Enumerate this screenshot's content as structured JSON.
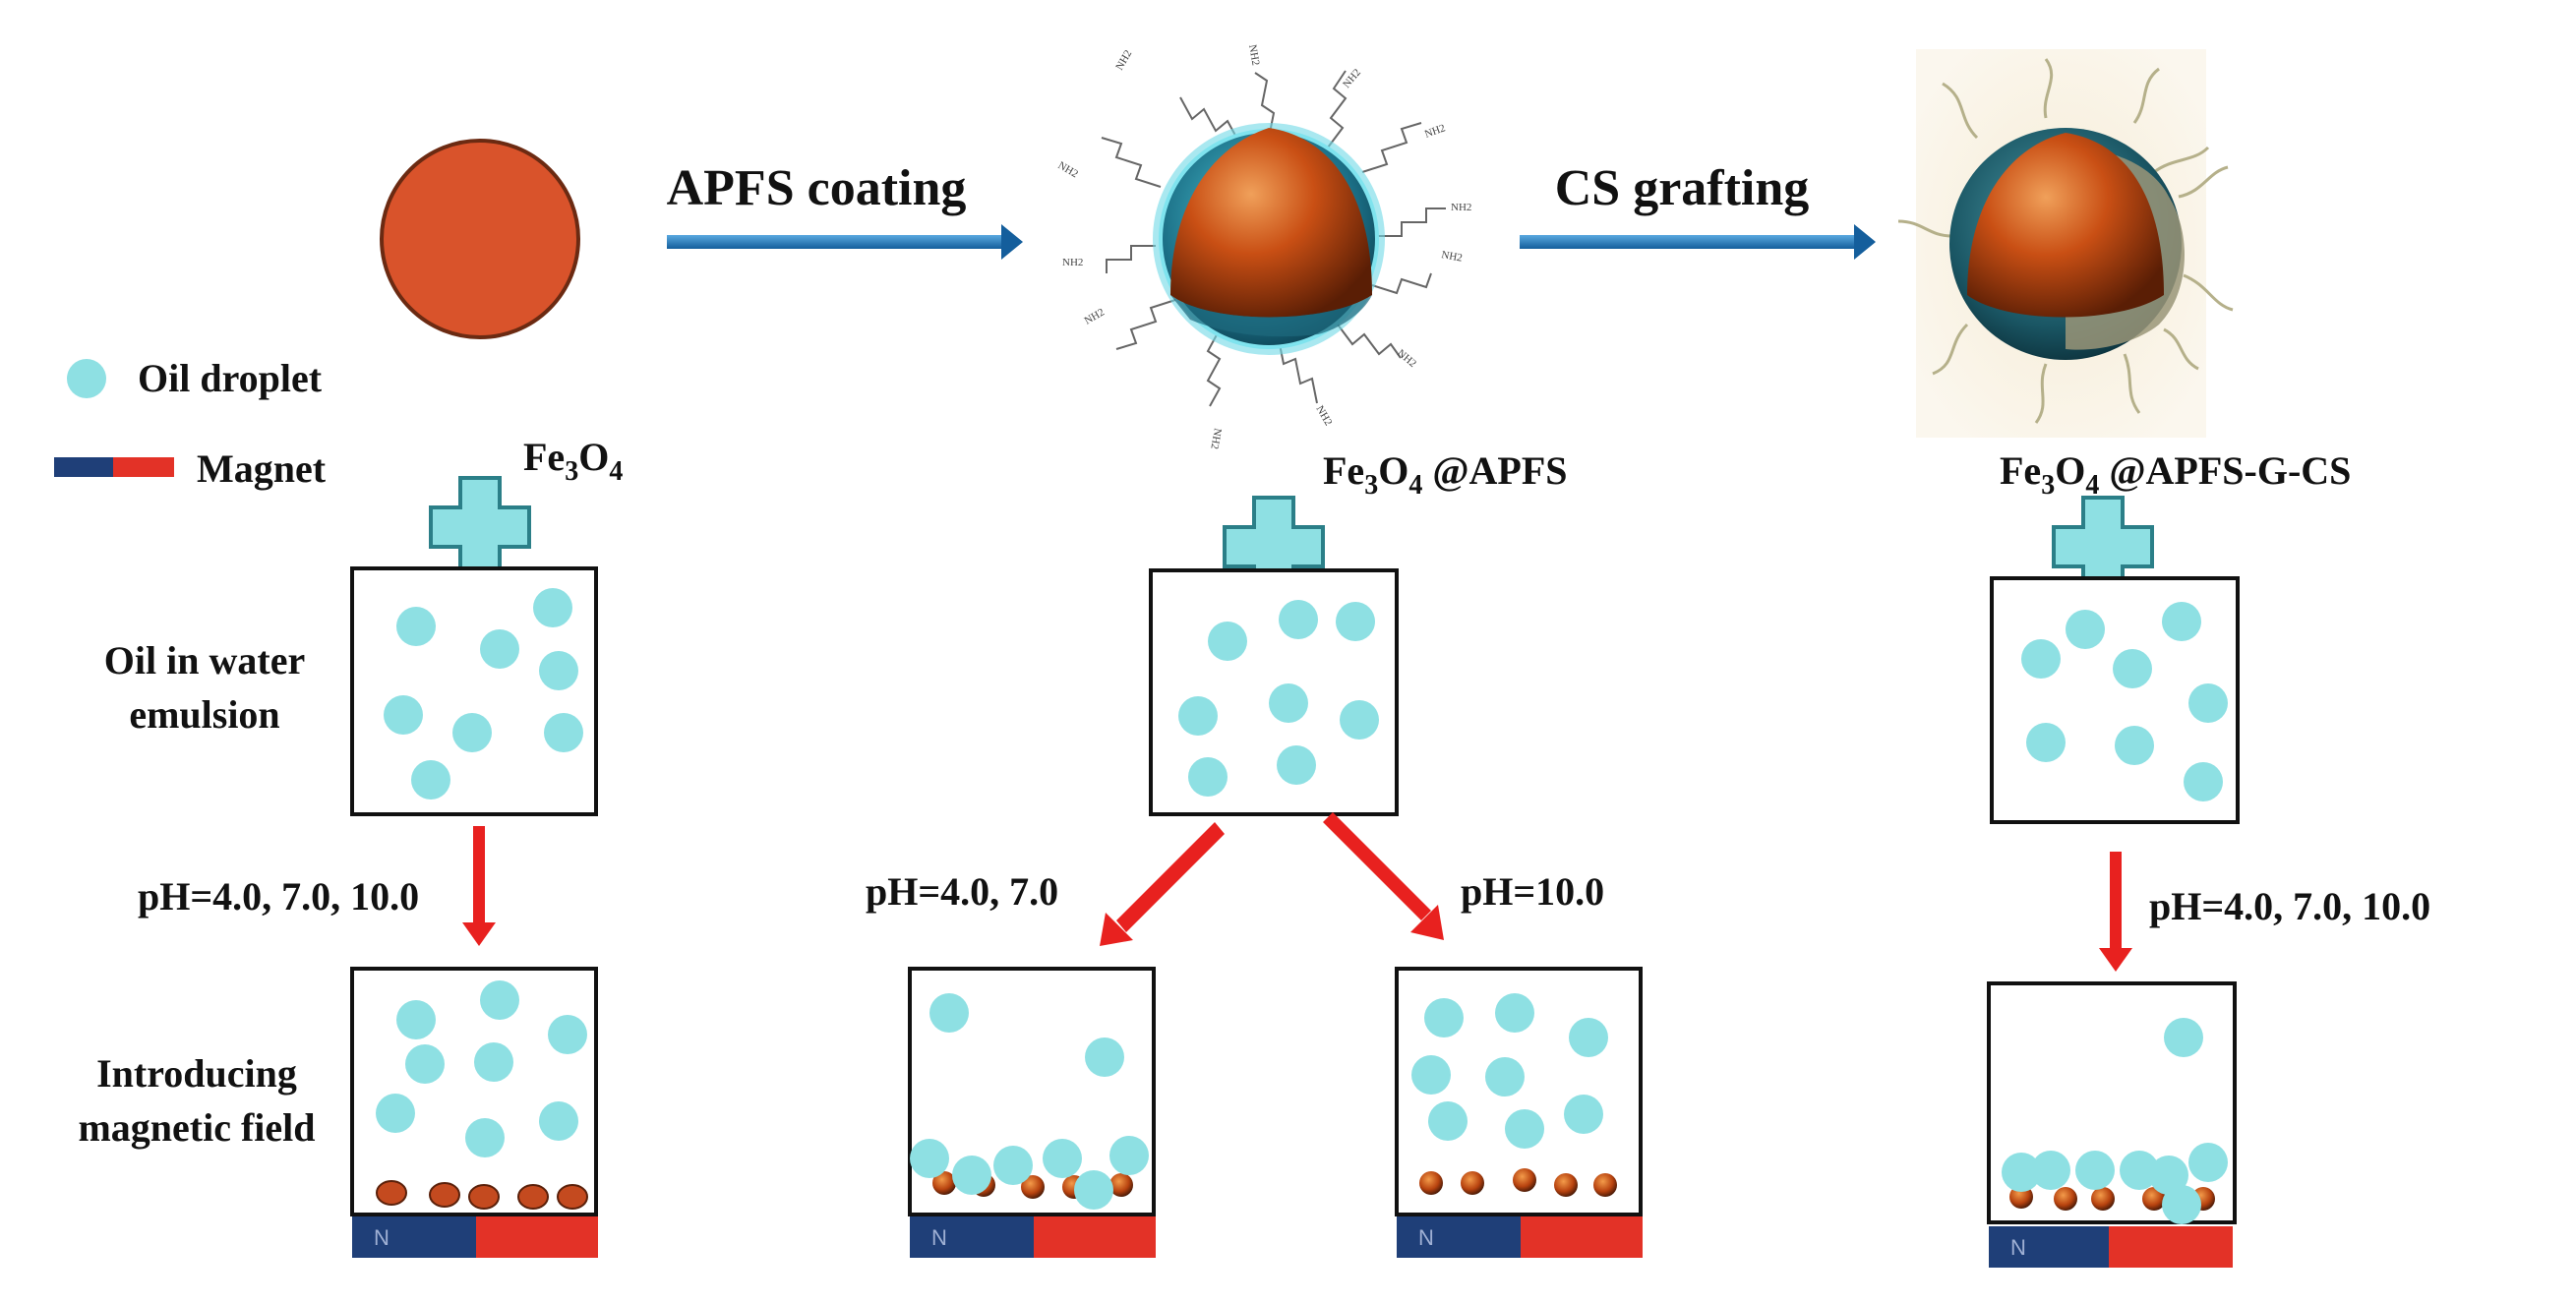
{
  "steps": {
    "coating": "APFS coating",
    "grafting": "CS grafting"
  },
  "legend": {
    "oil_droplet": "Oil droplet",
    "magnet": "Magnet"
  },
  "particles": {
    "fe3o4": {
      "base": "Fe",
      "sub1": "3",
      "mid": "O",
      "sub2": "4",
      "suffix": ""
    },
    "apfs": {
      "base": "Fe",
      "sub1": "3",
      "mid": "O",
      "sub2": "4",
      "suffix": " @APFS"
    },
    "apfs_cs": {
      "base": "Fe",
      "sub1": "3",
      "mid": "O",
      "sub2": "4",
      "suffix": " @APFS-G-CS"
    }
  },
  "row_labels": {
    "emulsion_line1": "Oil in water",
    "emulsion_line2": "emulsion",
    "field_line1": "Introducing",
    "field_line2": "magnetic field"
  },
  "conditions": {
    "col1": "pH=4.0, 7.0, 10.0",
    "col2_left": "pH=4.0, 7.0",
    "col2_right": "pH=10.0",
    "col3": "pH=4.0, 7.0, 10.0"
  },
  "amine_label": "NH2",
  "colors": {
    "oil": "#8ee0e3",
    "fe3o4": "#d9532b",
    "arrow_blue": "#1f78c0",
    "arrow_red": "#e8211f",
    "magnet_blue": "#1f3f78",
    "magnet_red": "#e33227",
    "shell": "#3bb7c8"
  }
}
